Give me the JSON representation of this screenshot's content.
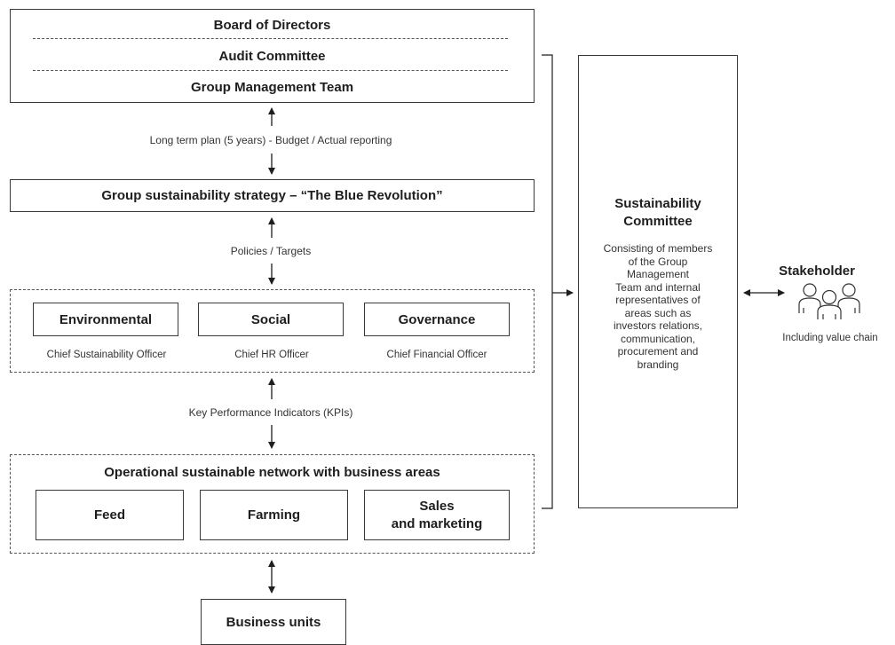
{
  "governance": {
    "board": "Board of Directors",
    "audit": "Audit Committee",
    "gmt": "Group Management Team"
  },
  "flow_label_1": "Long term plan (5 years) - Budget / Actual reporting",
  "strategy": "Group sustainability strategy – “The Blue Revolution”",
  "flow_label_2": "Policies / Targets",
  "esg": [
    {
      "title": "Environmental",
      "officer": "Chief Sustainability Officer"
    },
    {
      "title": "Social",
      "officer": "Chief HR Officer"
    },
    {
      "title": "Governance",
      "officer": "Chief Financial Officer"
    }
  ],
  "flow_label_3": "Key Performance Indicators (KPIs)",
  "operational": {
    "title": "Operational sustainable network with business areas",
    "areas": [
      "Feed",
      "Farming",
      "Sales\nand marketing"
    ]
  },
  "business_units": "Business units",
  "committee": {
    "title": "Sustainability\nCommittee",
    "description": "Consisting of members\nof the Group\nManagement\nTeam and internal\nrepresentatives of\nareas such as\ninvestors relations,\ncommunication,\nprocurement and\nbranding"
  },
  "stakeholder": {
    "title": "Stakeholder",
    "subtitle": "Including value chain",
    "icon": "people-group-icon"
  },
  "colors": {
    "line": "#3a3a3a",
    "text": "#1e1e1e"
  }
}
